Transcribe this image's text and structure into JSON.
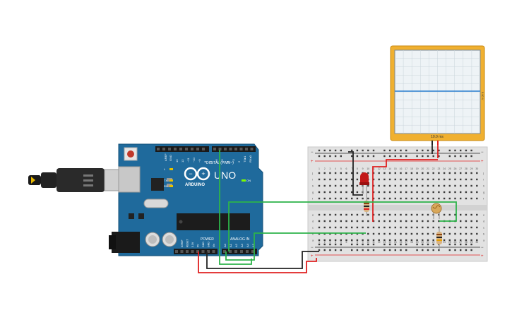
{
  "arduino": {
    "brand": "ARDUINO",
    "model": "UNO",
    "digital_label": "DIGITAL (PWM~)",
    "power_label": "POWER",
    "analog_label": "ANALOG IN",
    "on_label": "ON",
    "tx_label": "TX",
    "rx_label": "RX",
    "l_label": "L",
    "aref_label": "AREF",
    "gnd_label": "GND",
    "digital_pins": [
      "13",
      "12",
      "~11",
      "~10",
      "~9",
      "8",
      "7",
      "~6",
      "~5",
      "4",
      "~3",
      "2",
      "TX▸1",
      "RX◂0"
    ],
    "power_pins": [
      "IOREF",
      "RESET",
      "3.3V",
      "5V",
      "GND",
      "GND",
      "Vin"
    ],
    "analog_pins": [
      "A0",
      "A1",
      "A2",
      "A3",
      "A4",
      "A5"
    ],
    "board_color": "#1f6a9c"
  },
  "oscilloscope": {
    "time_label": "10.0 ms",
    "volt_label": "5.00 V",
    "frame_color": "#f0b030",
    "trace_color": "#2b7fd0"
  },
  "breadboard": {
    "row_letters_top": [
      "j",
      "i",
      "h",
      "g",
      "f"
    ],
    "row_letters_bottom": [
      "e",
      "d",
      "c",
      "b",
      "a"
    ],
    "column_numbers": [
      "1",
      "2",
      "3",
      "4",
      "5",
      "6",
      "7",
      "8",
      "9",
      "10",
      "11",
      "12",
      "13",
      "14",
      "15",
      "16",
      "17",
      "18",
      "19",
      "20",
      "21",
      "22",
      "23",
      "24",
      "25",
      "26",
      "27",
      "28",
      "29",
      "30"
    ],
    "rail_plus": "+",
    "rail_minus": "−"
  },
  "wires": {
    "red": "#e02020",
    "black": "#222222",
    "green": "#2db34a"
  }
}
